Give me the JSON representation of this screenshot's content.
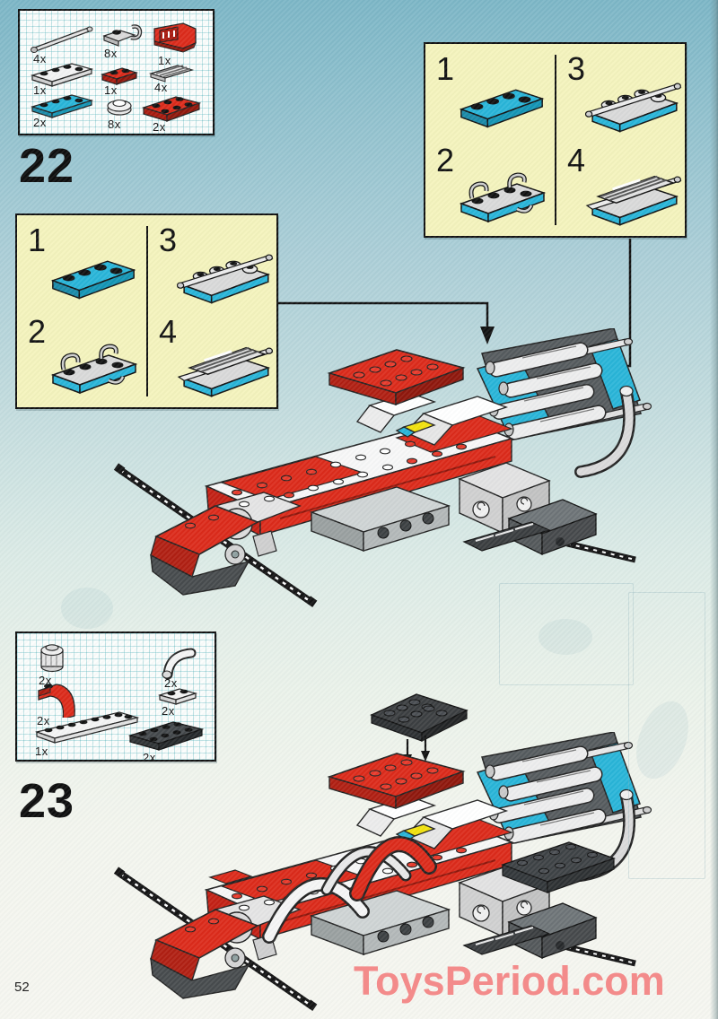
{
  "page": {
    "number": "52",
    "watermark": "ToysPeriod.com"
  },
  "colors": {
    "background_top_blue": "#7cb6c6",
    "lego_red": "#dc2a1a",
    "lego_blue": "#29b5d8",
    "lego_yellow": "#f2e20d",
    "panel_yellow": "#f4f3bc",
    "grid_teal": "#2aa0aa",
    "watermark_pink": "#f37c7c"
  },
  "step22": {
    "label": "22",
    "parts": [
      {
        "qty": "4x",
        "name": "antenna-rod"
      },
      {
        "qty": "8x",
        "name": "clip-plate"
      },
      {
        "qty": "1x",
        "name": "red-bracket"
      },
      {
        "qty": "1x",
        "name": "white-plate-1x4"
      },
      {
        "qty": "1x",
        "name": "red-plate-1x2"
      },
      {
        "qty": "4x",
        "name": "grille-tile"
      },
      {
        "qty": "2x",
        "name": "blue-plate-1x4"
      },
      {
        "qty": "8x",
        "name": "round-plate-1x1"
      },
      {
        "qty": "2x",
        "name": "red-plate-2x3"
      }
    ],
    "substeps": [
      {
        "num": "1"
      },
      {
        "num": "2"
      },
      {
        "num": "3"
      },
      {
        "num": "4"
      }
    ]
  },
  "step23": {
    "label": "23",
    "parts": [
      {
        "qty": "2x",
        "name": "round-brick-1x1"
      },
      {
        "qty": "2x",
        "name": "hose-elbow"
      },
      {
        "qty": "2x",
        "name": "red-arch-brick"
      },
      {
        "qty": "2x",
        "name": "white-plate-1x2"
      },
      {
        "qty": "1x",
        "name": "white-plate-1x8"
      },
      {
        "qty": "2x",
        "name": "dark-plate-2x4"
      }
    ]
  }
}
